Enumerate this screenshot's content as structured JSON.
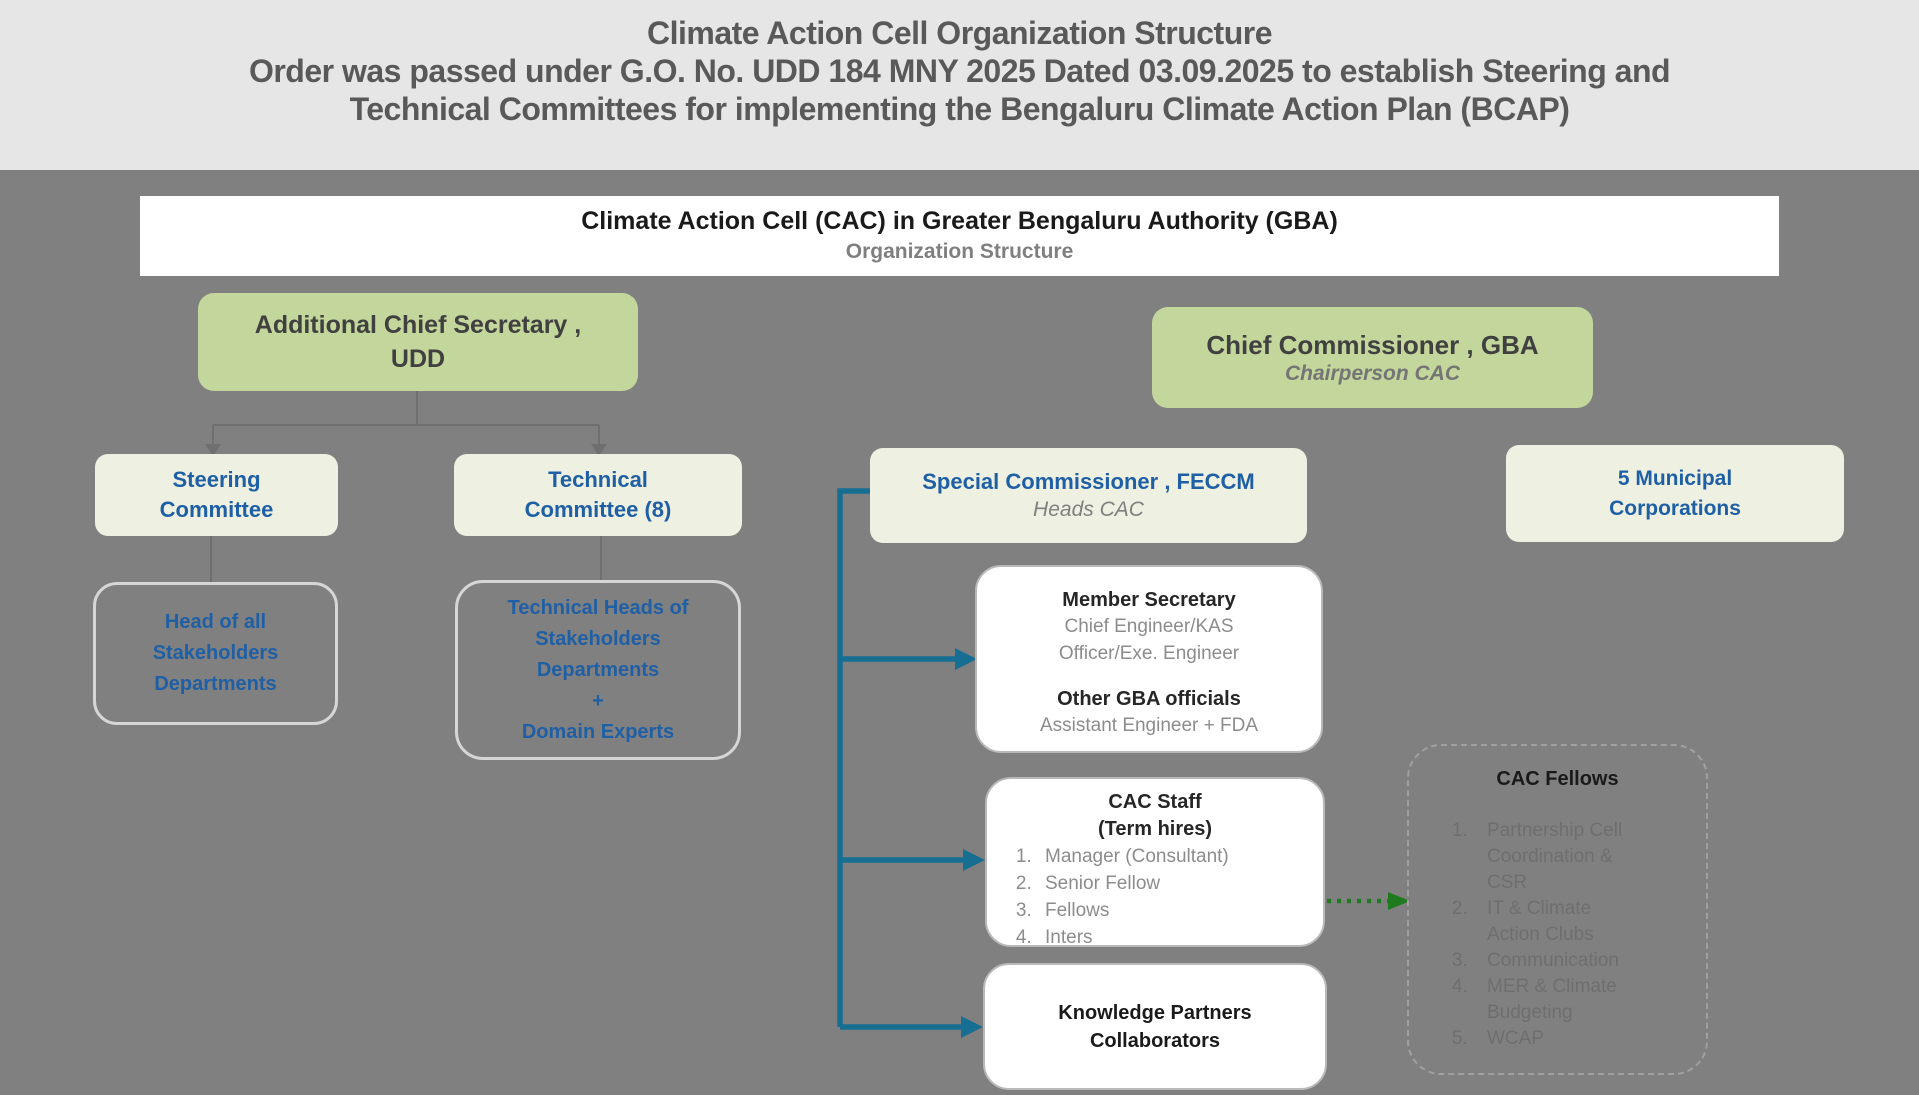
{
  "header": {
    "title": "Climate Action Cell Organization Structure",
    "subtitle_lines": [
      "Order was passed under G.O. No. UDD 184 MNY 2025 Dated 03.09.2025 to establish Steering and",
      "Technical Committees for implementing the Bengaluru Climate Action Plan (BCAP)"
    ]
  },
  "title_bar": {
    "title": "Climate Action Cell (CAC) in Greater Bengaluru Authority (GBA)",
    "subtitle": "Organization Structure"
  },
  "nodes": {
    "additional_chief_secretary": {
      "lines": [
        "Additional Chief Secretary ,",
        "UDD"
      ]
    },
    "chief_commissioner": {
      "title": "Chief Commissioner , GBA",
      "role": "Chairperson CAC"
    },
    "steering_committee": {
      "lines": [
        "Steering",
        "Committee"
      ]
    },
    "technical_committee": {
      "lines": [
        "Technical",
        "Committee (8)"
      ]
    },
    "special_commissioner": {
      "title": "Special Commissioner , FECCM",
      "role": "Heads CAC"
    },
    "municipal_corporations": {
      "lines": [
        "5 Municipal",
        "Corporations"
      ]
    },
    "head_of_stakeholders": {
      "lines": [
        "Head of all",
        "Stakeholders",
        "Departments"
      ]
    },
    "technical_heads": {
      "lines": [
        "Technical Heads of",
        "Stakeholders",
        "Departments",
        "+",
        "Domain Experts"
      ]
    },
    "member_secretary": {
      "heading": "Member Secretary",
      "detail_lines": [
        "Chief Engineer/KAS",
        "Officer/Exe. Engineer"
      ],
      "heading2": "Other GBA officials",
      "detail2": "Assistant Engineer + FDA"
    },
    "cac_staff": {
      "heading_lines": [
        "CAC Staff",
        "(Term hires)"
      ],
      "items": [
        "Manager (Consultant)",
        "Senior Fellow",
        "Fellows",
        "Inters"
      ]
    },
    "knowledge_partners": {
      "lines": [
        "Knowledge Partners",
        "Collaborators"
      ]
    },
    "cac_fellows": {
      "heading": "CAC Fellows",
      "items": [
        "Partnership Cell Coordination & CSR",
        "IT & Climate Action Clubs",
        "Communication",
        "MER & Climate Budgeting",
        "WCAP"
      ]
    }
  },
  "colors": {
    "canvas_bg": "#808080",
    "header_bg": "#e7e6e6",
    "header_text": "#595959",
    "green_fill": "#c3d69b",
    "cream_fill": "#eef0e1",
    "white_fill": "#ffffff",
    "blue_text": "#1e5fa5",
    "dark_text": "#404040",
    "gray_text": "#7f7f7f",
    "list_gray": "#8c8c8c",
    "fellows_gray": "#6e6e6e",
    "teal_connector": "#176e93",
    "green_connector": "#1e7b1e",
    "gray_connector": "#6f6f6f"
  }
}
